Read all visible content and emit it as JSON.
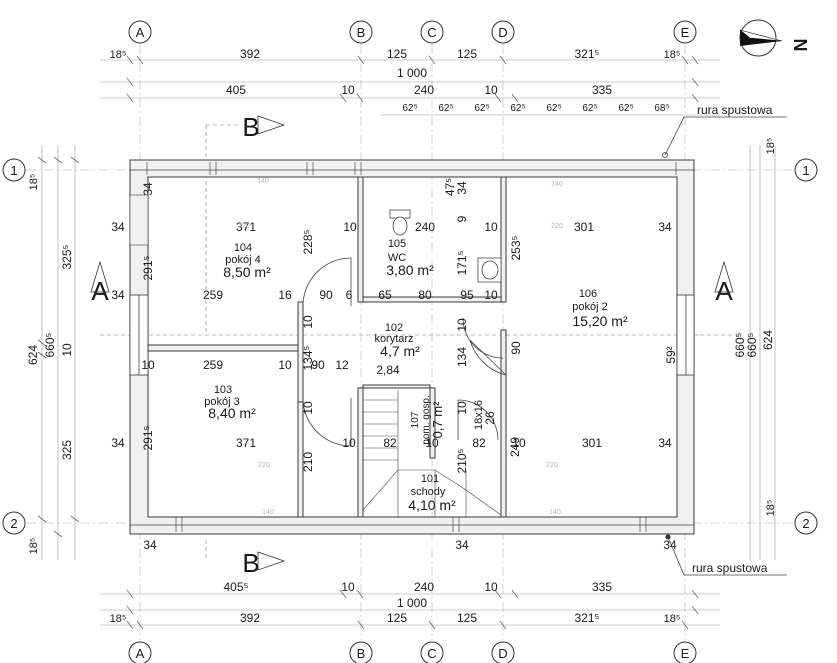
{
  "axes": {
    "columns": [
      "A",
      "B",
      "C",
      "D",
      "E"
    ],
    "rows": [
      "1",
      "2"
    ]
  },
  "north": {
    "label": "N"
  },
  "section_marks": {
    "b": "B",
    "a": "A"
  },
  "top_dims": {
    "row1": [
      "18⁵",
      "392",
      "125",
      "125",
      "321⁵",
      "18⁵"
    ],
    "total": "1 000",
    "row3": [
      "405",
      "10",
      "240",
      "10",
      "335"
    ],
    "row4": [
      "62⁵",
      "62⁵",
      "62⁵",
      "62⁵",
      "62⁵",
      "62⁵",
      "62⁵",
      "68⁵"
    ]
  },
  "bottom_dims": {
    "row1": [
      "405⁵",
      "10",
      "240",
      "10",
      "335"
    ],
    "total": "1 000",
    "row3": [
      "18⁵",
      "392",
      "125",
      "125",
      "321⁵",
      "18⁵"
    ],
    "wall": [
      "34",
      "34",
      "34"
    ]
  },
  "left_dims": {
    "outer": [
      "18⁵",
      "325⁵",
      "10",
      "325",
      "18⁵"
    ],
    "total1": "624",
    "total2": "660⁵"
  },
  "right_dims": {
    "outer": [
      "18⁵",
      "18⁵"
    ],
    "total1": "660⁵",
    "total2": "624",
    "total3": "660⁵"
  },
  "downpipe": {
    "top": "rura spustowa",
    "bottom": "rura spustowa"
  },
  "rooms": [
    {
      "num": "104",
      "name": "pokój 4",
      "area": "8,50 m²"
    },
    {
      "num": "105",
      "name": "WC",
      "area": "3,80 m²"
    },
    {
      "num": "106",
      "name": "pokój 2",
      "area": "15,20 m²"
    },
    {
      "num": "102",
      "name": "korytarz",
      "area": "4,7 m²",
      "extra": "2,84"
    },
    {
      "num": "103",
      "name": "pokój 3",
      "area": "8,40 m²"
    },
    {
      "num": "107",
      "name": "pom. gosp.",
      "area": "0,7 m²"
    },
    {
      "num": "101",
      "name": "schody",
      "area": "4,10 m²"
    }
  ],
  "inner_dims": {
    "row_top": [
      "34",
      "371",
      "10",
      "240",
      "10",
      "301",
      "34"
    ],
    "row_mid_upper": [
      "34",
      "259",
      "16",
      "90",
      "6",
      "65",
      "80",
      "95",
      "10"
    ],
    "row_mid_lower": [
      "10",
      "259",
      "10",
      "90",
      "12"
    ],
    "row_bottom": [
      "34",
      "371",
      "10",
      "82",
      "10",
      "82",
      "10",
      "301",
      "34"
    ],
    "vert": [
      "34",
      "228⁵",
      "291⁵",
      "291⁵",
      "134⁵",
      "134",
      "171⁵",
      "253⁵",
      "47⁵",
      "9",
      "34",
      "90",
      "59²",
      "210",
      "210⁵",
      "249",
      "26",
      "18x16",
      "10",
      "10",
      "10",
      "10",
      "2,84"
    ],
    "faint": [
      "140",
      "220",
      "220",
      "140",
      "220",
      "220",
      "140",
      "140",
      "220",
      "220",
      "140",
      "140"
    ]
  }
}
